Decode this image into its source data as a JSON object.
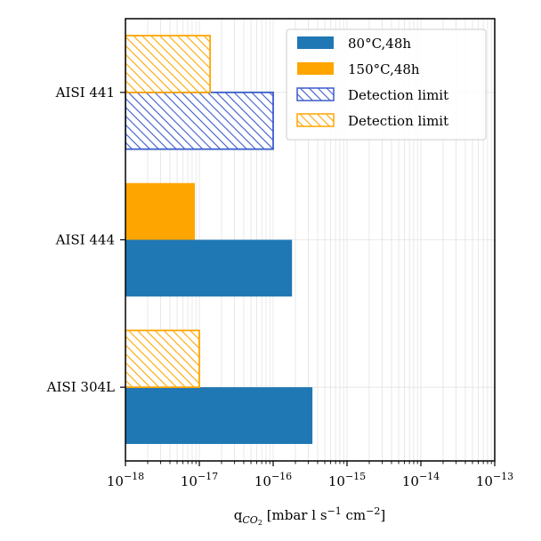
{
  "chart_data": {
    "type": "bar",
    "orientation": "horizontal",
    "x_scale": "log",
    "xlim": [
      1e-18,
      1e-13
    ],
    "grid": "both (major and minor)",
    "legend_position": "upper right",
    "xlabel": "q_CO2 [mbar l s⁻¹ cm⁻²]",
    "xlabel_parts": {
      "base": "q",
      "subscript": "CO",
      "subsub": "2",
      "unit_open": " [mbar l s",
      "exp1": "−1",
      "unit_mid": " cm",
      "exp2": "−2",
      "unit_close": "]"
    },
    "x_ticks": [
      {
        "mantissa": "10",
        "exp": "−18",
        "value": 1e-18
      },
      {
        "mantissa": "10",
        "exp": "−17",
        "value": 1e-17
      },
      {
        "mantissa": "10",
        "exp": "−16",
        "value": 1e-16
      },
      {
        "mantissa": "10",
        "exp": "−15",
        "value": 1e-15
      },
      {
        "mantissa": "10",
        "exp": "−14",
        "value": 1e-14
      },
      {
        "mantissa": "10",
        "exp": "−13",
        "value": 1e-13
      }
    ],
    "categories": [
      "AISI 441",
      "AISI 444",
      "AISI 304L"
    ],
    "series": [
      {
        "name": "80°C,48h",
        "condition": "80°C,48h",
        "values": [
          1e-16,
          1.8e-16,
          3.4e-16
        ],
        "detection_limit": [
          true,
          false,
          false
        ],
        "color": "#1f77b4",
        "hatch_color": "#3b5ccc"
      },
      {
        "name": "150°C,48h",
        "condition": "150°C,48h",
        "values": [
          1.4e-17,
          8.7e-18,
          1e-17
        ],
        "detection_limit": [
          true,
          false,
          true
        ],
        "color": "#ffa500",
        "hatch_color": "#ffa500"
      }
    ],
    "legend": [
      {
        "label": "80°C,48h",
        "style": "solid",
        "color": "#1f77b4"
      },
      {
        "label": "150°C,48h",
        "style": "solid",
        "color": "#ffa500"
      },
      {
        "label": "Detection limit",
        "style": "hatched",
        "color": "#3b5ccc"
      },
      {
        "label": "Detection limit",
        "style": "hatched",
        "color": "#ffa500"
      }
    ]
  }
}
